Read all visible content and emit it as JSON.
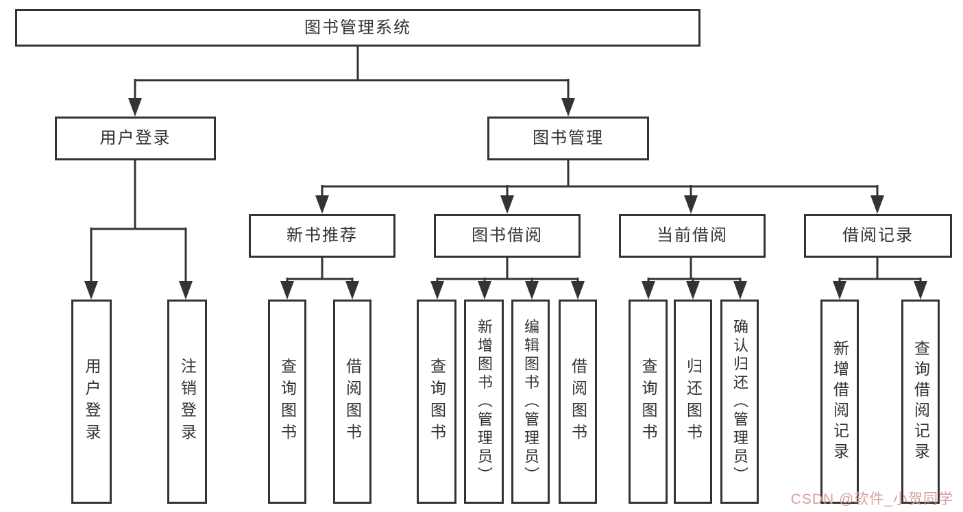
{
  "diagram": {
    "type": "hierarchy-diagram",
    "title": "图书管理系统",
    "colors": {
      "line": "#333333",
      "box_border": "#333333",
      "text": "#333333",
      "background": "#ffffff",
      "watermark": "#d99f9f"
    }
  },
  "tree": {
    "label": "图书管理系统",
    "children": [
      {
        "label": "用户登录",
        "children": [
          {
            "label": "用户登录"
          },
          {
            "label": "注销登录"
          }
        ]
      },
      {
        "label": "图书管理",
        "children": [
          {
            "label": "新书推荐",
            "children": [
              {
                "label": "查询图书"
              },
              {
                "label": "借阅图书"
              }
            ]
          },
          {
            "label": "图书借阅",
            "children": [
              {
                "label": "查询图书"
              },
              {
                "label": "新增图书（管理员）"
              },
              {
                "label": "编辑图书（管理员）"
              },
              {
                "label": "借阅图书"
              }
            ]
          },
          {
            "label": "当前借阅",
            "children": [
              {
                "label": "查询图书"
              },
              {
                "label": "归还图书"
              },
              {
                "label": "确认归还（管理员）"
              }
            ]
          },
          {
            "label": "借阅记录",
            "children": [
              {
                "label": "新增借阅记录"
              },
              {
                "label": "查询借阅记录"
              }
            ]
          }
        ]
      }
    ]
  },
  "watermark": {
    "text": "CSDN @软件_小贺同学"
  }
}
